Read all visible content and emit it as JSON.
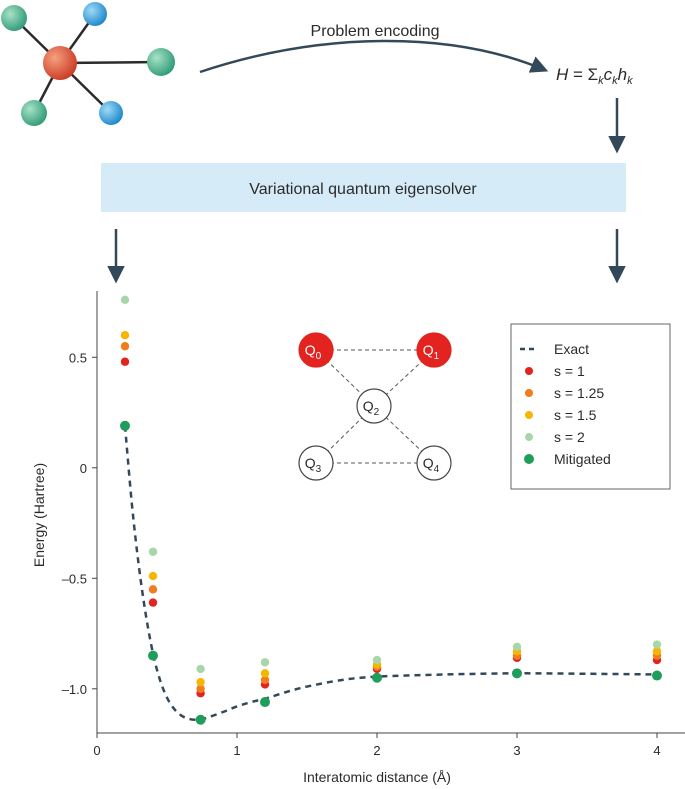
{
  "header": {
    "encoding_label": "Problem encoding",
    "hamiltonian": {
      "H": "H",
      "eq": " = ",
      "sum": "Σ",
      "sub_k": "k",
      "c": "c",
      "h": "h"
    },
    "vqe_label": "Variational quantum eigensolver"
  },
  "qubits": [
    {
      "base": "Q",
      "sub": "0",
      "active": true
    },
    {
      "base": "Q",
      "sub": "1",
      "active": true
    },
    {
      "base": "Q",
      "sub": "2",
      "active": false
    },
    {
      "base": "Q",
      "sub": "3",
      "active": false
    },
    {
      "base": "Q",
      "sub": "4",
      "active": false
    }
  ],
  "colors": {
    "arrow": "#33495a",
    "vqe_box": "#d5ebf7",
    "exact_line": "#33495a",
    "qubit_active": "#e3231f",
    "molecule_center": "#e0503c",
    "molecule_blue": "#3aa7e6",
    "molecule_green": "#4caf8e"
  },
  "chart_data": {
    "type": "scatter",
    "xlabel": "Interatomic distance (Å)",
    "ylabel": "Energy (Hartree)",
    "xlim": [
      0,
      4.2
    ],
    "ylim": [
      -1.2,
      0.8
    ],
    "xticks": [
      0,
      1,
      2,
      3,
      4
    ],
    "yticks": [
      0.5,
      0,
      -0.5,
      -1.0
    ],
    "xtick_labels": [
      "0",
      "1",
      "2",
      "3",
      "4"
    ],
    "ytick_labels": [
      "0.5",
      "0",
      "–0.5",
      "–1.0"
    ],
    "grid": false,
    "legend_position": "top-right",
    "exact_curve": {
      "name": "Exact",
      "color": "#33495a",
      "style": "dashed",
      "x": [
        0.2,
        0.25,
        0.3,
        0.35,
        0.4,
        0.45,
        0.5,
        0.55,
        0.6,
        0.65,
        0.7,
        0.75,
        0.8,
        0.9,
        1.0,
        1.1,
        1.2,
        1.35,
        1.5,
        1.75,
        2.0,
        2.5,
        3.0,
        3.5,
        4.0
      ],
      "y": [
        0.19,
        -0.17,
        -0.45,
        -0.67,
        -0.84,
        -0.96,
        -1.04,
        -1.09,
        -1.12,
        -1.135,
        -1.14,
        -1.137,
        -1.128,
        -1.105,
        -1.08,
        -1.06,
        -1.045,
        -1.015,
        -0.99,
        -0.96,
        -0.945,
        -0.935,
        -0.93,
        -0.932,
        -0.935
      ]
    },
    "series": [
      {
        "name": "s = 1",
        "color": "#e3231f",
        "x": [
          0.2,
          0.4,
          0.74,
          1.2,
          2.0,
          3.0,
          4.0
        ],
        "y": [
          0.48,
          -0.61,
          -1.02,
          -0.98,
          -0.91,
          -0.86,
          -0.87
        ]
      },
      {
        "name": "s = 1.25",
        "color": "#f07c1e",
        "x": [
          0.2,
          0.4,
          0.74,
          1.2,
          2.0,
          3.0,
          4.0
        ],
        "y": [
          0.55,
          -0.55,
          -1.0,
          -0.96,
          -0.9,
          -0.85,
          -0.85
        ]
      },
      {
        "name": "s = 1.5",
        "color": "#f7b500",
        "x": [
          0.2,
          0.4,
          0.74,
          1.2,
          2.0,
          3.0,
          4.0
        ],
        "y": [
          0.6,
          -0.49,
          -0.97,
          -0.93,
          -0.89,
          -0.83,
          -0.83
        ]
      },
      {
        "name": "s = 2",
        "color": "#a9d6a8",
        "x": [
          0.2,
          0.4,
          0.74,
          1.2,
          2.0,
          3.0,
          4.0
        ],
        "y": [
          0.76,
          -0.38,
          -0.91,
          -0.88,
          -0.87,
          -0.81,
          -0.8
        ]
      },
      {
        "name": "Mitigated",
        "color": "#1e9e5a",
        "x": [
          0.2,
          0.4,
          0.74,
          1.2,
          2.0,
          3.0,
          4.0
        ],
        "y": [
          0.19,
          -0.85,
          -1.14,
          -1.06,
          -0.95,
          -0.93,
          -0.94
        ]
      }
    ]
  }
}
